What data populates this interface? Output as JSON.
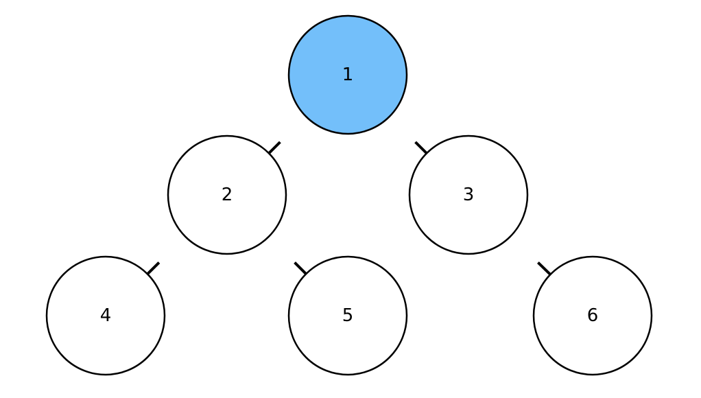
{
  "colors": {
    "highlight_fill": "#73BFFA",
    "default_fill": "#FFFFFF",
    "stroke": "#000000"
  },
  "tree": {
    "highlighted_node": "1",
    "nodes": [
      {
        "id": "1",
        "label": "1"
      },
      {
        "id": "2",
        "label": "2"
      },
      {
        "id": "3",
        "label": "3"
      },
      {
        "id": "4",
        "label": "4"
      },
      {
        "id": "5",
        "label": "5"
      },
      {
        "id": "6",
        "label": "6"
      }
    ],
    "edges": [
      {
        "from": "1",
        "to": "2"
      },
      {
        "from": "1",
        "to": "3"
      },
      {
        "from": "2",
        "to": "4"
      },
      {
        "from": "2",
        "to": "5"
      },
      {
        "from": "3",
        "to": "6"
      }
    ]
  }
}
